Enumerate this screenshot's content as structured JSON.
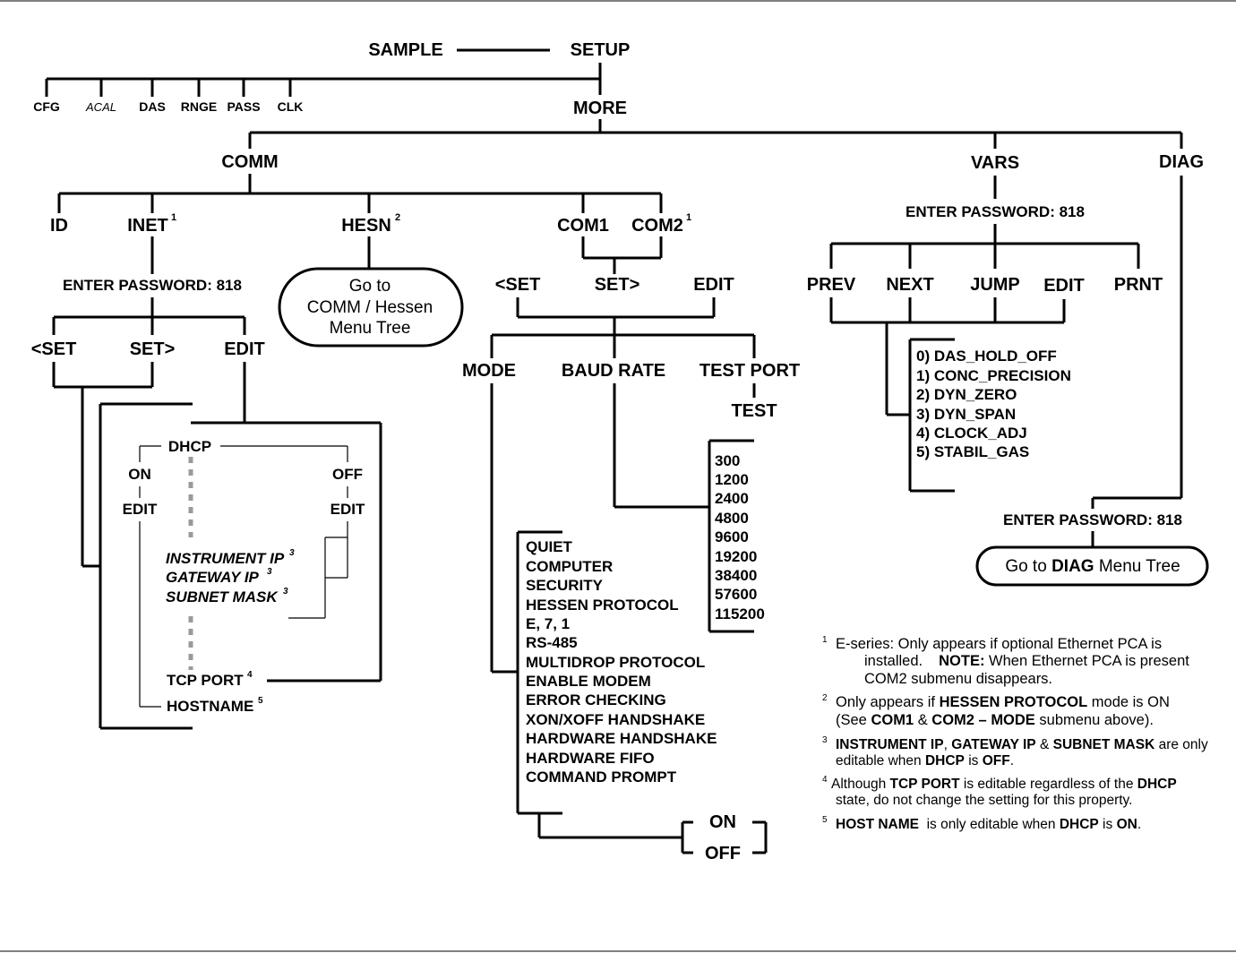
{
  "top": {
    "sample": "SAMPLE",
    "setup": "SETUP",
    "more": "MORE"
  },
  "setup_items": [
    {
      "label": "CFG",
      "italic": false
    },
    {
      "label": "ACAL",
      "italic": true
    },
    {
      "label": "DAS",
      "italic": false
    },
    {
      "label": "RNGE",
      "italic": false
    },
    {
      "label": "PASS",
      "italic": false
    },
    {
      "label": "CLK",
      "italic": false
    }
  ],
  "more_items": {
    "comm": "COMM",
    "vars": "VARS",
    "diag": "DIAG"
  },
  "comm_items": {
    "id": "ID",
    "inet": "INET",
    "inet_sup": "1",
    "hesn": "HESN",
    "hesn_sup": "2",
    "com1": "COM1",
    "com2": "COM2",
    "com2_sup": "1"
  },
  "inet": {
    "password": "ENTER PASSWORD: 818",
    "set_prev": "<SET",
    "set_next": "SET>",
    "edit": "EDIT",
    "dhcp": "DHCP",
    "on": "ON",
    "off": "OFF",
    "edit_on": "EDIT",
    "edit_off": "EDIT",
    "fields": [
      "INSTRUMENT IP",
      "GATEWAY IP",
      "SUBNET MASK"
    ],
    "fields_sup": "3",
    "tcp_port": "TCP PORT",
    "tcp_sup": "4",
    "hostname": "HOSTNAME",
    "host_sup": "5"
  },
  "hesn_box": [
    "Go to",
    "COMM / Hessen",
    "Menu Tree"
  ],
  "com": {
    "set_prev": "<SET",
    "set_next": "SET>",
    "edit": "EDIT",
    "mode": "MODE",
    "baud": "BAUD RATE",
    "test_port": "TEST PORT",
    "test": "TEST",
    "baud_rates": [
      "300",
      "1200",
      "2400",
      "4800",
      "9600",
      "19200",
      "38400",
      "57600",
      "115200"
    ],
    "modes": [
      "QUIET",
      "COMPUTER",
      "SECURITY",
      "HESSEN PROTOCOL",
      "E, 7, 1",
      "RS-485",
      "MULTIDROP PROTOCOL",
      "ENABLE MODEM",
      "ERROR CHECKING",
      "XON/XOFF HANDSHAKE",
      "HARDWARE HANDSHAKE",
      "HARDWARE FIFO",
      "COMMAND PROMPT"
    ],
    "on": "ON",
    "off": "OFF"
  },
  "vars": {
    "password": "ENTER PASSWORD: 818",
    "prev": "PREV",
    "next": "NEXT",
    "jump": "JUMP",
    "edit": "EDIT",
    "prnt": "PRNT",
    "list": [
      "0) DAS_HOLD_OFF",
      "1) CONC_PRECISION",
      "2) DYN_ZERO",
      "3) DYN_SPAN",
      "4) CLOCK_ADJ",
      "5) STABIL_GAS"
    ]
  },
  "diag": {
    "password": "ENTER PASSWORD: 818",
    "box_pre": "Go to ",
    "box_bold": "DIAG",
    "box_post": " Menu Tree"
  },
  "footnotes": {
    "n1": {
      "num": "1",
      "t1": "E-series: Only appears if optional Ethernet PCA is",
      "t2a": "installed.",
      "t2b": "NOTE:",
      "t2c": " When Ethernet PCA is present",
      "t3": "COM2 submenu disappears."
    },
    "n2": {
      "num": "2",
      "t1a": "Only appears if ",
      "t1b": "HESSEN PROTOCOL",
      "t1c": " mode is ON",
      "t2a": "(See ",
      "t2b": "COM1",
      "t2c": " & ",
      "t2d": "COM2 – MODE",
      "t2e": " submenu above)."
    },
    "n3": {
      "num": "3",
      "t1a": "INSTRUMENT IP",
      "t1b": ", ",
      "t1c": "GATEWAY IP",
      "t1d": " & ",
      "t1e": "SUBNET MASK",
      "t1f": " are only",
      "t2a": "editable when ",
      "t2b": "DHCP",
      "t2c": " is ",
      "t2d": "OFF",
      "t2e": "."
    },
    "n4": {
      "num": "4",
      "t1a": "Although ",
      "t1b": "TCP PORT",
      "t1c": " is editable regardless of the ",
      "t1d": "DHCP",
      "t2": "state, do not change the setting for this property."
    },
    "n5": {
      "num": "5",
      "t1a": "HOST NAME",
      "t1b": "  is only editable when ",
      "t1c": "DHCP",
      "t1d": " is ",
      "t1e": "ON",
      "t1f": "."
    }
  }
}
